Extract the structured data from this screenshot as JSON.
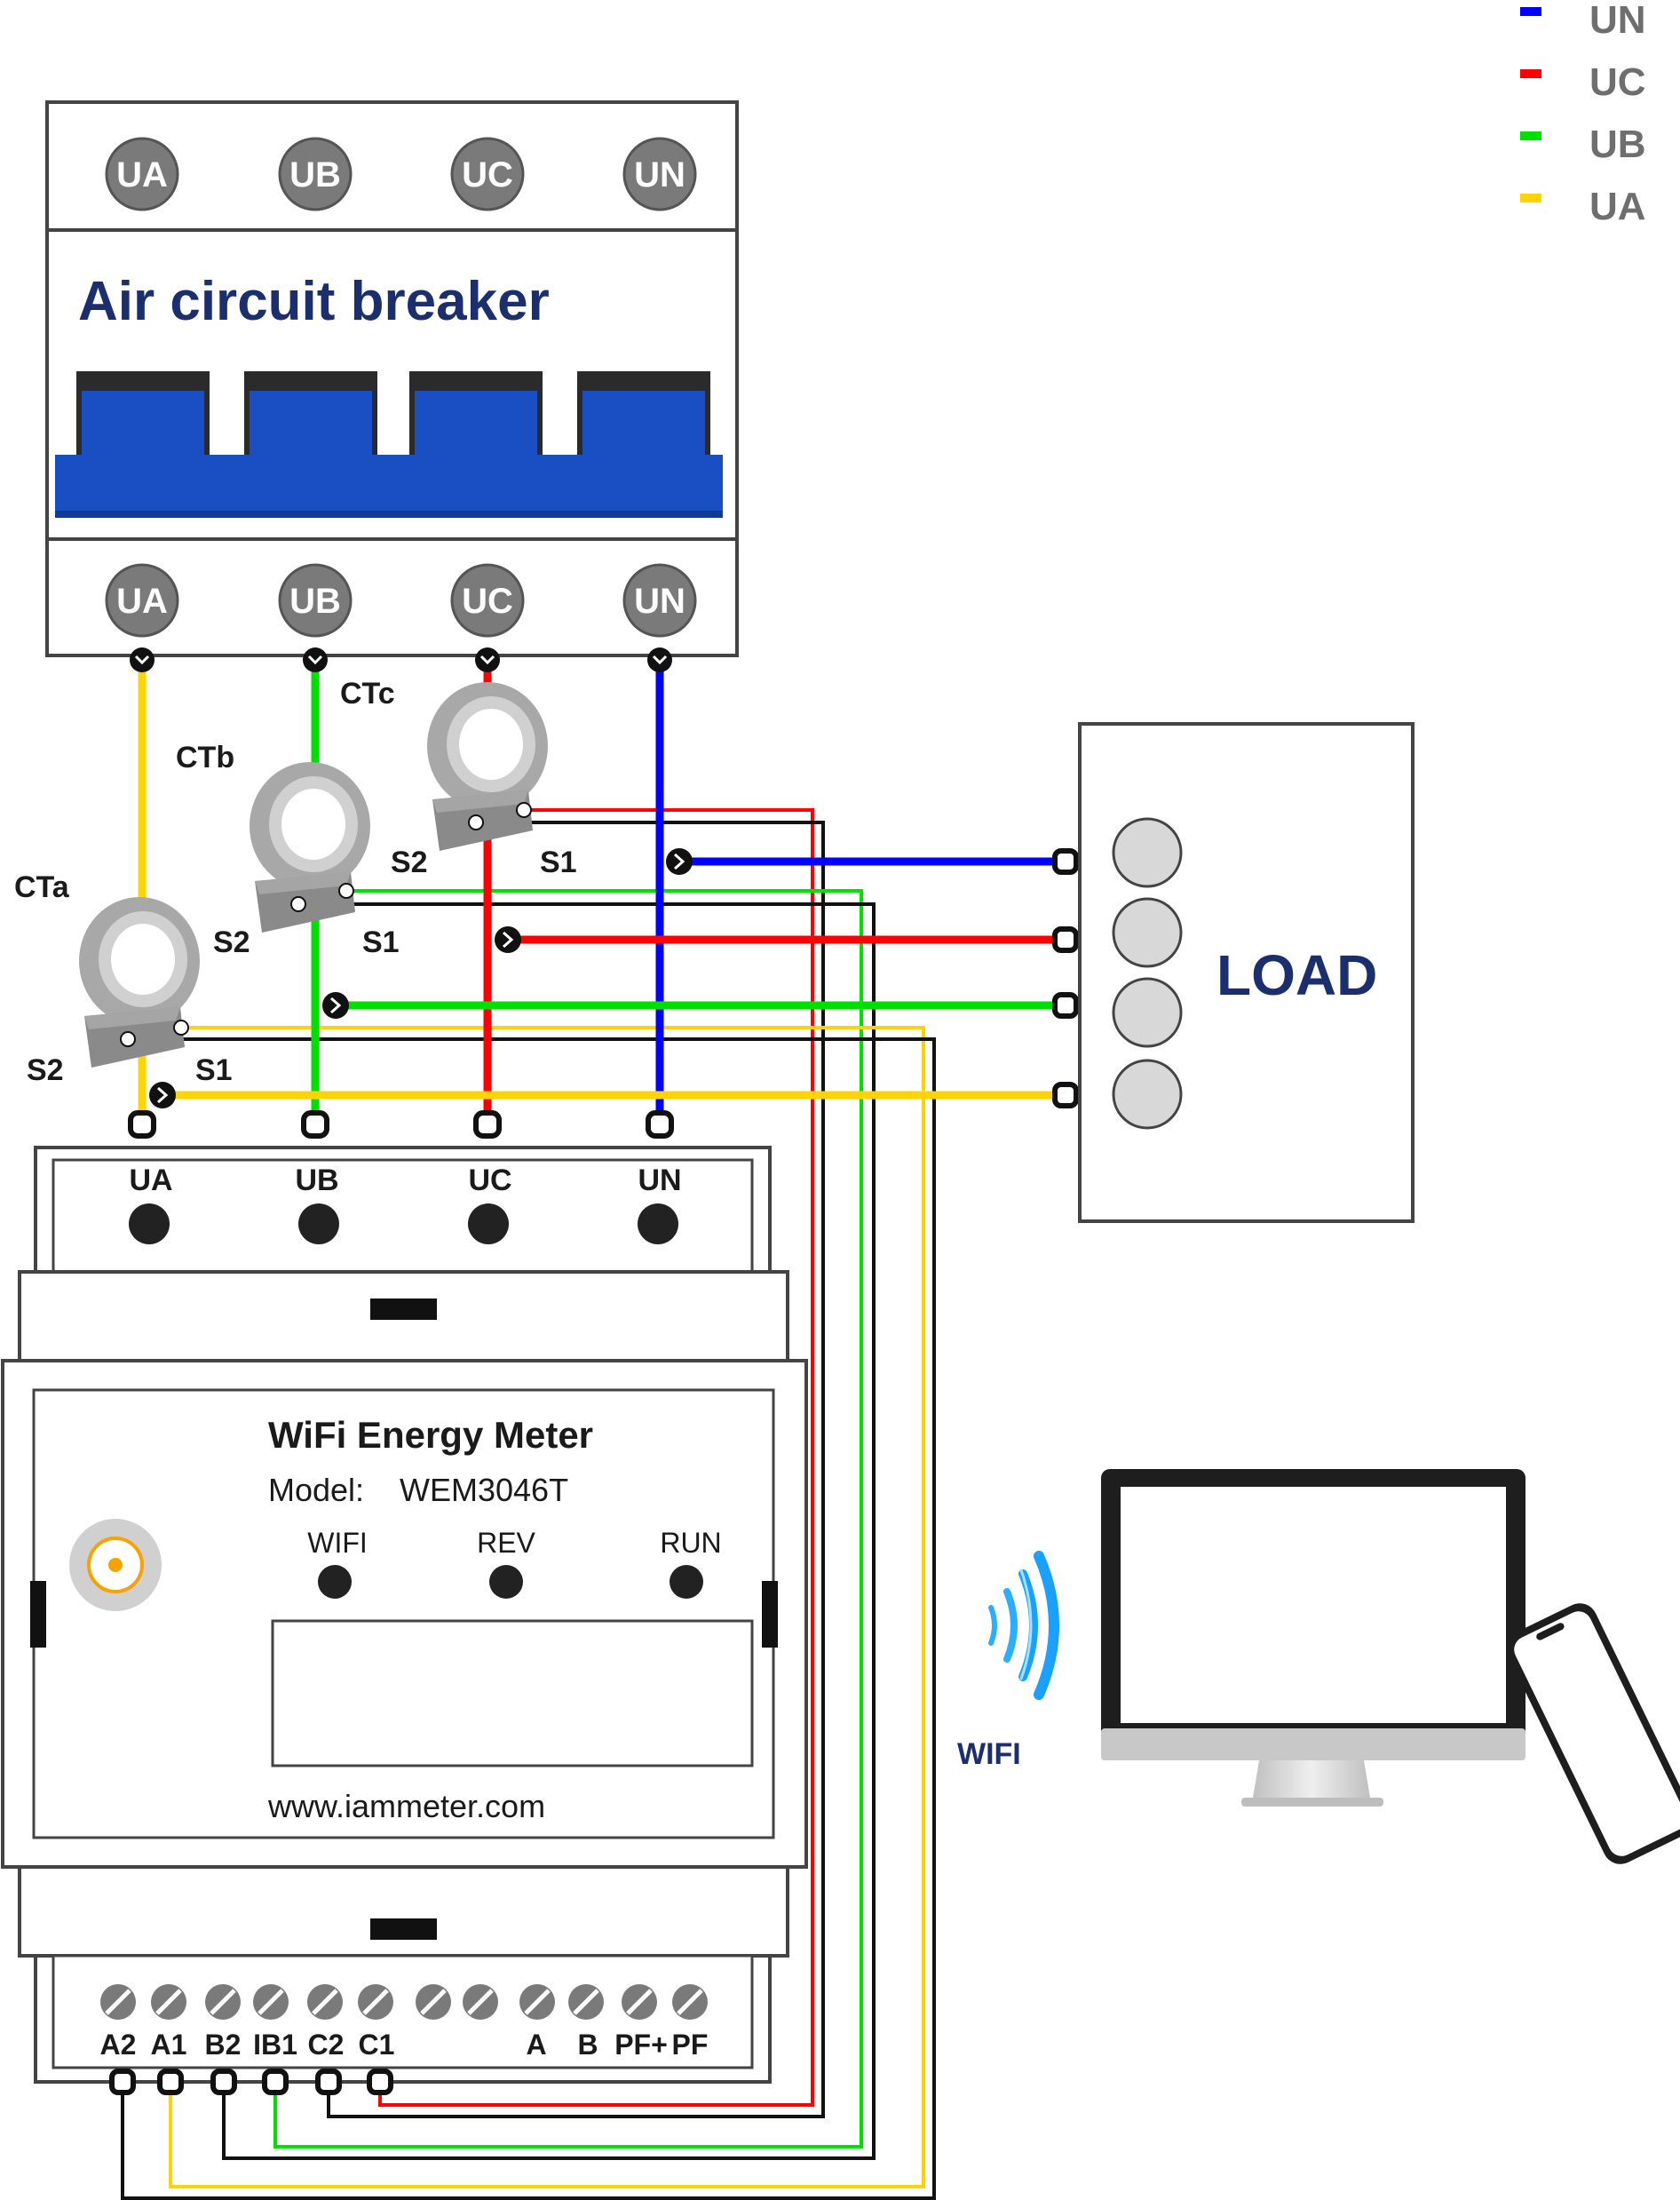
{
  "legend": [
    {
      "label": "UN",
      "color": "#0000ff"
    },
    {
      "label": "UC",
      "color": "#ff0000"
    },
    {
      "label": "UB",
      "color": "#00e000"
    },
    {
      "label": "UA",
      "color": "#ffd400"
    }
  ],
  "breaker": {
    "title": "Air circuit breaker",
    "top_terminals": [
      "UA",
      "UB",
      "UC",
      "UN"
    ],
    "bottom_terminals": [
      "UA",
      "UB",
      "UC",
      "UN"
    ]
  },
  "current_transformers": {
    "cta": "CTa",
    "ctb": "CTb",
    "ctc": "CTc",
    "s1": "S1",
    "s2": "S2"
  },
  "load": {
    "label": "LOAD"
  },
  "meter": {
    "top_terminals": [
      "UA",
      "UB",
      "UC",
      "UN"
    ],
    "title": "WiFi Energy Meter",
    "model_label": "Model:",
    "model_value": "WEM3046T",
    "leds": [
      "WIFI",
      "REV",
      "RUN"
    ],
    "website": "www.iammeter.com",
    "bottom_terminals": [
      "A2",
      "A1",
      "B2",
      "IB1",
      "C2",
      "C1",
      "A",
      "B",
      "PF+",
      "PF"
    ]
  },
  "wifi": {
    "label": "WIFI"
  },
  "colors": {
    "phase_a": "#ffd400",
    "phase_b": "#00e000",
    "phase_c": "#ff0000",
    "neutral": "#0000ff",
    "navy": "#1b2f6e",
    "breaker_blue": "#1a4fc4"
  },
  "icons": [
    "wifi-signal-icon",
    "computer-monitor-icon",
    "smartphone-icon",
    "antenna-connector-icon"
  ]
}
